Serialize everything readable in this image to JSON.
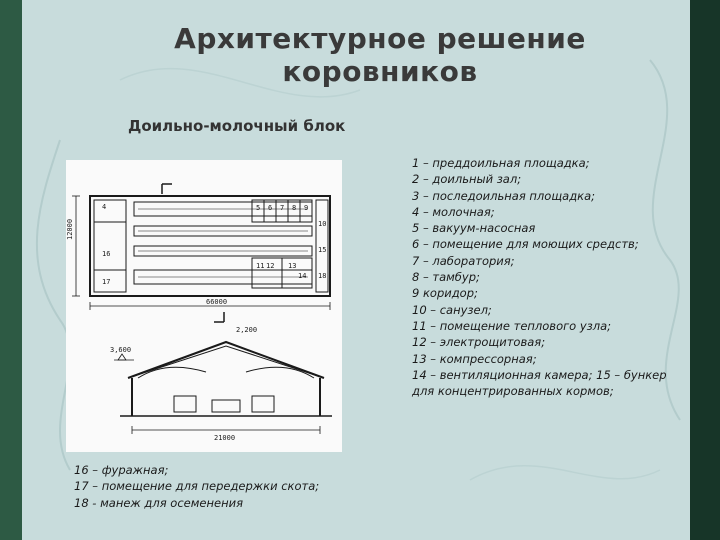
{
  "slide": {
    "title_line1": "Архитектурное решение",
    "title_line2": "коровников",
    "subtitle": "Доильно-молочный блок"
  },
  "legend_right": [
    "1 – преддоильная площадка;",
    "2 – доильный зал;",
    "3 – последоильная площадка;",
    "4 – молочная;",
    "5 – вакуум-насосная",
    "6 – помещение для моющих средств;",
    "7 – лаборатория;",
    "8 – тамбур;",
    "9 коридор;",
    "10 – санузел;",
    "11 – помещение теплового узла;",
    "12 – электрощитовая;",
    "13 – компрессорная;",
    "14 – вентиляционная камера; 15 – бункер для концентрированных кормов;"
  ],
  "legend_bottom": [
    "16 – фуражная;",
    "17 – помещение для передержки скота;",
    "18 - манеж для осеменения"
  ],
  "drawing": {
    "dimensions": {
      "plan_length": "66000",
      "plan_width": "12000",
      "section_width": "21000",
      "roof_height": "3,600",
      "height_mark": "2,200"
    },
    "room_labels": [
      "4",
      "5",
      "6",
      "7",
      "8",
      "9",
      "10",
      "11",
      "12",
      "13",
      "14",
      "15",
      "16",
      "17",
      "18"
    ]
  },
  "colors": {
    "slide_bg": "#c8dcdc",
    "frame_dark": "#1f3d33",
    "drawing_bg": "#fafafa",
    "ink": "#1a1a1a"
  }
}
